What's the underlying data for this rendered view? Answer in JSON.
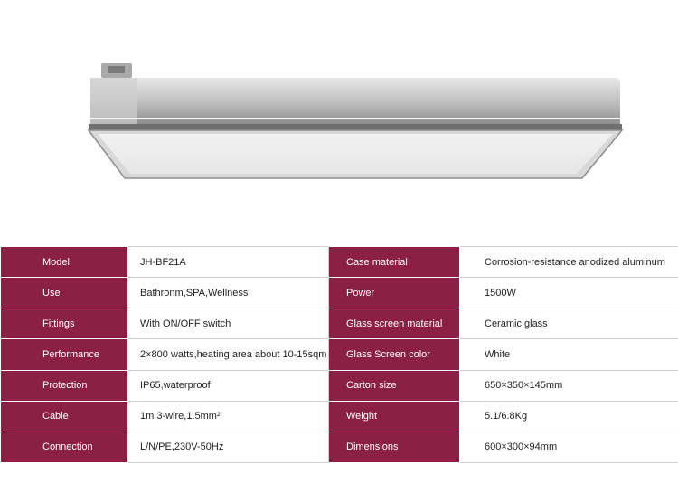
{
  "specs": [
    {
      "label": "Model",
      "value": "JH-BF21A",
      "label2": "Case material",
      "value2": "Corrosion-resistance anodized aluminum"
    },
    {
      "label": "Use",
      "value": "Bathronm,SPA,Wellness",
      "label2": "Power",
      "value2": "1500W"
    },
    {
      "label": "Fittings",
      "value": "With ON/OFF switch",
      "label2": "Glass screen material",
      "value2": "Ceramic glass"
    },
    {
      "label": "Performance",
      "value": "2×800 watts,heating area about 10-15sqm",
      "label2": "Glass Screen color",
      "value2": "White"
    },
    {
      "label": "Protection",
      "value": "IP65,waterproof",
      "label2": "Carton size",
      "value2": "650×350×145mm"
    },
    {
      "label": "Cable",
      "value": "1m 3-wire,1.5mm²",
      "label2": "Weight",
      "value2": "5.1/6.8Kg"
    },
    {
      "label": "Connection",
      "value": "L/N/PE,230V-50Hz",
      "label2": "Dimensions",
      "value2": "600×300×94mm"
    }
  ],
  "colors": {
    "label_bg": "#8b1f44",
    "label_text": "#ffffff",
    "border": "#cfcfcf"
  }
}
